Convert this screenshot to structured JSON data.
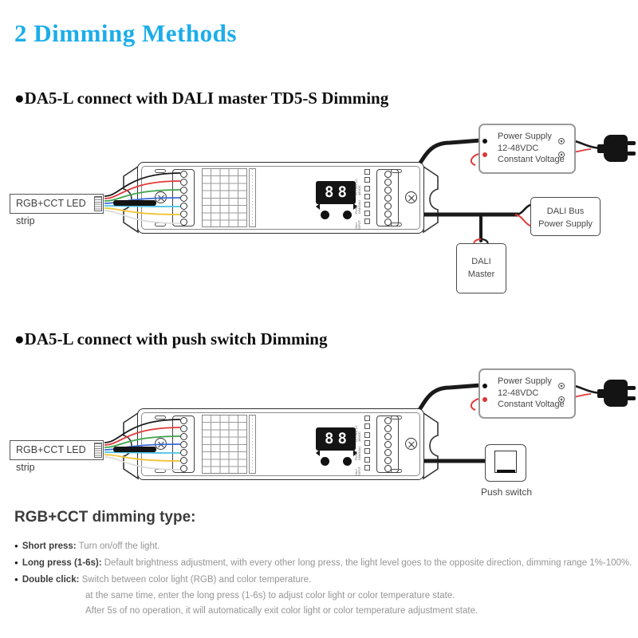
{
  "title": "2 Dimming Methods",
  "colors": {
    "title": "#1badea",
    "wire_black": "#1a1a1a",
    "wire_red": "#e03a3a",
    "led_wires": [
      "#1a1a1a",
      "#e03a3a",
      "#3fa34d",
      "#3a6bd8",
      "#49c3e8",
      "#f2c437",
      "#dcdcda"
    ]
  },
  "sections": {
    "dali": {
      "heading": "●DA5-L connect with DALI master TD5-S Dimming"
    },
    "push": {
      "heading": "●DA5-L connect with push switch Dimming"
    }
  },
  "shared": {
    "led_strip_label": "RGB+CCT LED strip",
    "display_digits": "88",
    "ps_lines": [
      "Power Supply",
      "12-48VDC",
      "Constant Voltage"
    ],
    "micro_labels": [
      "IN PWR 12-48VDC",
      "PUSH DIM/DALI",
      "DALI INPUT"
    ]
  },
  "boxes": {
    "dali_bus": {
      "line1": "DALI Bus",
      "line2": "Power Supply"
    },
    "dali_master": {
      "line1": "DALI",
      "line2": "Master"
    },
    "push_switch": {
      "label": "Push switch"
    }
  },
  "dimming": {
    "heading": "RGB+CCT dimming type:",
    "bullets": [
      {
        "label": "Short press:",
        "text": "Turn on/off the light."
      },
      {
        "label": "Long press (1-6s):",
        "text": "Default brightness adjustment, with every other long press, the light level goes to the opposite direction, dimming range 1%-100%."
      },
      {
        "label": "Double click:",
        "text": "Switch between color light (RGB) and color temperature."
      }
    ],
    "continuations": [
      "at the same time, enter the long press (1-6s) to adjust color light or color temperature state.",
      "After 5s of no operation, it will automatically exit color light or color temperature adjustment state."
    ]
  }
}
